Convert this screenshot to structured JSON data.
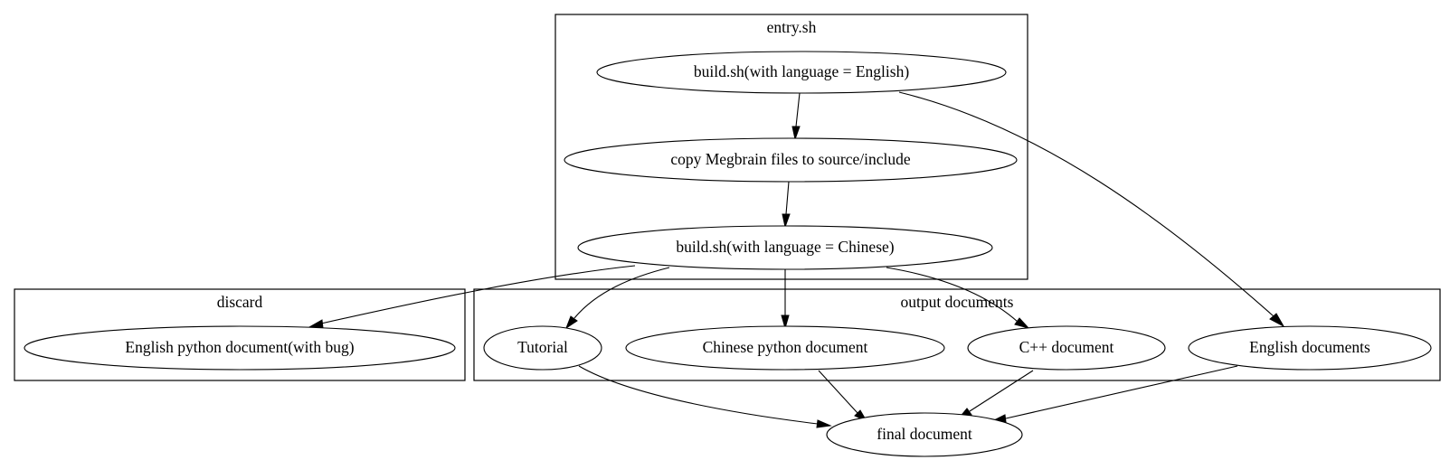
{
  "clusters": {
    "entry": {
      "label": "entry.sh"
    },
    "discard": {
      "label": "discard"
    },
    "output": {
      "label": "output documents"
    }
  },
  "nodes": {
    "build_en": {
      "label": "build.sh(with language = English)"
    },
    "copy_files": {
      "label": "copy Megbrain files to source/include"
    },
    "build_zh": {
      "label": "build.sh(with language = Chinese)"
    },
    "en_python": {
      "label": "English python document(with bug)"
    },
    "tutorial": {
      "label": "Tutorial"
    },
    "zh_python": {
      "label": "Chinese python document"
    },
    "cpp_doc": {
      "label": "C++ document"
    },
    "en_docs": {
      "label": "English documents"
    },
    "final_doc": {
      "label": "final document"
    }
  },
  "edges": [
    {
      "from": "build_en",
      "to": "copy_files"
    },
    {
      "from": "copy_files",
      "to": "build_zh"
    },
    {
      "from": "build_en",
      "to": "en_docs"
    },
    {
      "from": "build_zh",
      "to": "en_python"
    },
    {
      "from": "build_zh",
      "to": "tutorial"
    },
    {
      "from": "build_zh",
      "to": "zh_python"
    },
    {
      "from": "build_zh",
      "to": "cpp_doc"
    },
    {
      "from": "tutorial",
      "to": "final_doc"
    },
    {
      "from": "zh_python",
      "to": "final_doc"
    },
    {
      "from": "cpp_doc",
      "to": "final_doc"
    },
    {
      "from": "en_docs",
      "to": "final_doc"
    }
  ]
}
